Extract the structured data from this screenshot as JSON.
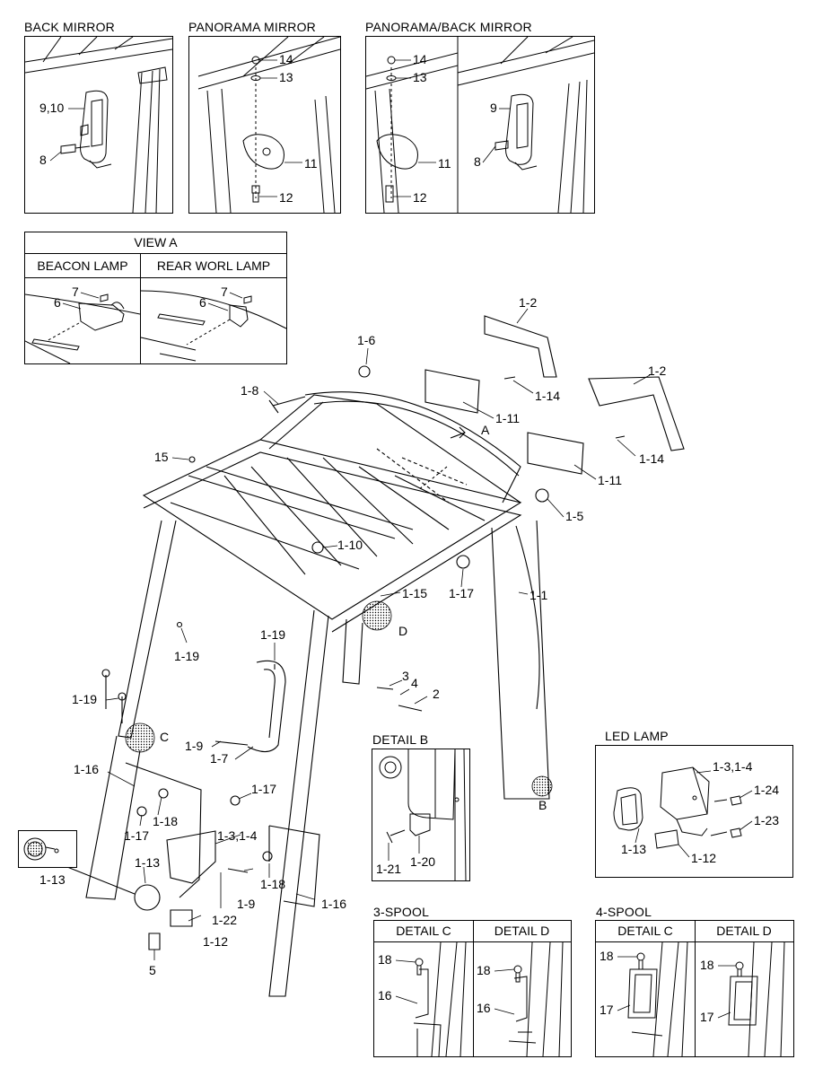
{
  "insets": {
    "back_mirror": {
      "title": "BACK MIRROR",
      "labels": [
        "9,10",
        "8"
      ]
    },
    "panorama_mirror": {
      "title": "PANORAMA MIRROR",
      "labels": [
        "14",
        "13",
        "11",
        "12"
      ]
    },
    "panorama_back_mirror": {
      "title": "PANORAMA/BACK MIRROR",
      "labels": [
        "14",
        "13",
        "11",
        "12",
        "9",
        "8"
      ]
    },
    "view_a": {
      "title": "VIEW A",
      "col1": "BEACON LAMP",
      "col2": "REAR WORL LAMP",
      "labels": [
        "7",
        "6",
        "7",
        "6"
      ]
    },
    "detail_b": {
      "title": "DETAIL B",
      "labels": [
        "1-21",
        "1-20"
      ]
    },
    "led_lamp": {
      "title": "LED LAMP",
      "labels": [
        "1-3,1-4",
        "1-24",
        "1-23",
        "1-13",
        "1-12"
      ]
    },
    "spool3": {
      "title": "3-SPOOL",
      "col1": "DETAIL C",
      "col2": "DETAIL D",
      "labels": [
        "18",
        "16",
        "18",
        "16"
      ]
    },
    "spool4": {
      "title": "4-SPOOL",
      "col1": "DETAIL C",
      "col2": "DETAIL D",
      "labels": [
        "18",
        "17",
        "18",
        "17"
      ]
    },
    "lamp_left": {
      "labels": [
        "1-13"
      ]
    }
  },
  "main_labels": {
    "l1": "1-2",
    "l2": "1-6",
    "l3": "1-8",
    "l4": "1-14",
    "l5": "1-2",
    "l6": "1-11",
    "l7": "A",
    "l8": "1-14",
    "l9": "15",
    "l10": "1-11",
    "l11": "1-5",
    "l12": "1-10",
    "l13": "1-15",
    "l14": "1-17",
    "l15": "1-1",
    "l16": "D",
    "l17": "1-19",
    "l18": "1-19",
    "l19": "3",
    "l20": "4",
    "l21": "2",
    "l22": "1-19",
    "l23": "C",
    "l24": "1-9",
    "l25": "1-7",
    "l26": "1-16",
    "l27": "1-17",
    "l28": "1-18",
    "l29": "1-17",
    "l30": "1-3,1-4",
    "l31": "1-13",
    "l32": "1-9",
    "l33": "1-18",
    "l34": "1-22",
    "l35": "1-16",
    "l36": "1-12",
    "l37": "5",
    "l38": "B"
  }
}
